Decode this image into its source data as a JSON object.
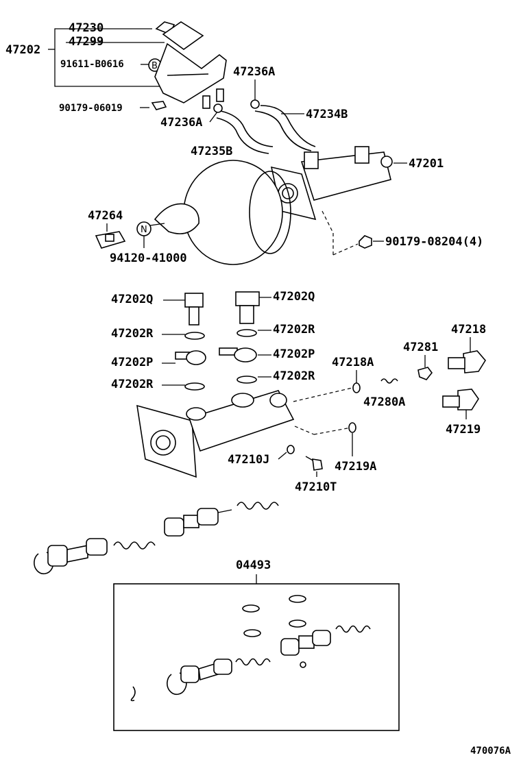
{
  "diagram": {
    "reservoir": {
      "group": "47202",
      "cap": "47230",
      "strainer": "47299",
      "bolt": "91611-B0616",
      "bolt_marker": "B",
      "clip": "90179-06019",
      "clamp_left": "47236A",
      "clamp_right": "47236A"
    },
    "hoses": {
      "hose_b": "47234B",
      "hose_c": "47235B"
    },
    "master_cylinder": "47201",
    "booster": {
      "clevis": "47264",
      "pin": "94120-41000",
      "pin_marker": "N",
      "nut": "90179-08204(4)"
    },
    "fittings": {
      "plug_left": "47202Q",
      "plug_right": "47202Q",
      "gasket_1": "47202R",
      "gasket_2": "47202R",
      "gasket_3": "47202R",
      "gasket_4": "47202R",
      "union_left": "47202P",
      "union_right": "47202P",
      "ring_a": "47218A",
      "cap_small": "47281",
      "valve_a": "47218",
      "spring_small": "47280A",
      "valve_b": "47219",
      "ring_b": "47219A",
      "ring_c": "47210J",
      "bolt_stop": "47210T"
    },
    "kit": "04493",
    "figure_id": "470076A"
  }
}
